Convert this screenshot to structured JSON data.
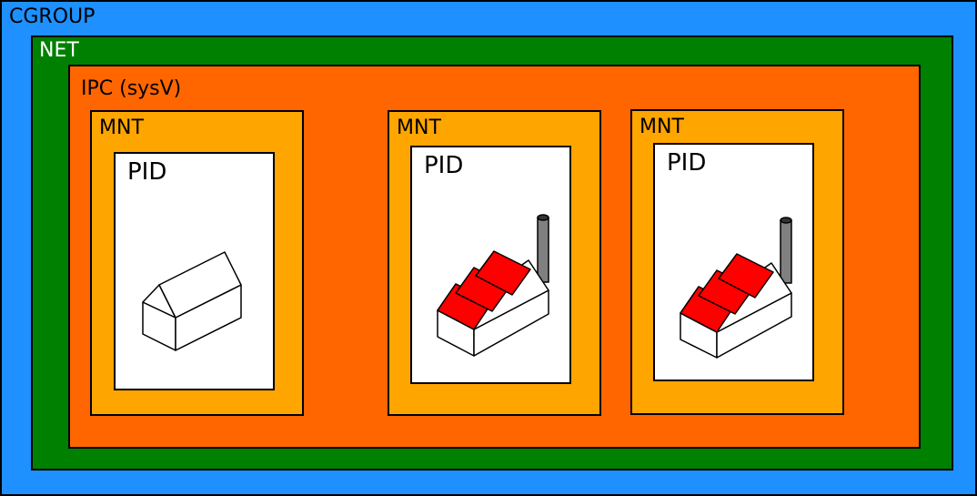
{
  "colors": {
    "cgroup": "#1e90ff",
    "net": "#008000",
    "ipc": "#ff6600",
    "mnt": "#ffa500",
    "pid": "#ffffff",
    "roof": "#ff0000",
    "chimney": "#808080"
  },
  "cgroup": {
    "label": "CGROUP"
  },
  "net": {
    "label": "NET"
  },
  "ipc": {
    "label": "IPC (sysV)"
  },
  "mounts": [
    {
      "label": "MNT",
      "pid": {
        "label": "PID",
        "icon": "house-icon"
      }
    },
    {
      "label": "MNT",
      "pid": {
        "label": "PID",
        "icon": "factory-icon"
      }
    },
    {
      "label": "MNT",
      "pid": {
        "label": "PID",
        "icon": "factory-icon"
      }
    }
  ]
}
